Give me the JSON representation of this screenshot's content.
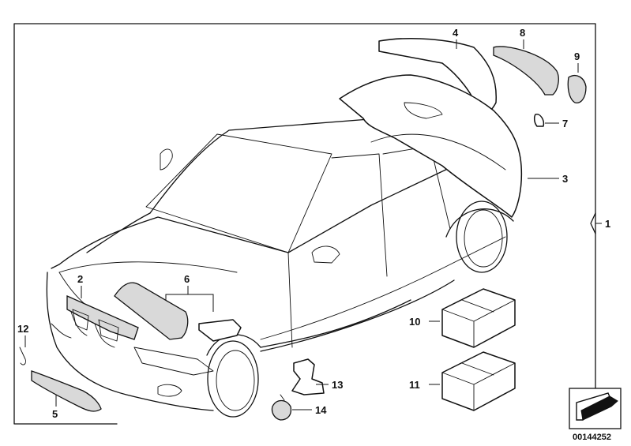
{
  "callouts": [
    {
      "id": "c1",
      "label": "1"
    },
    {
      "id": "c2",
      "label": "2"
    },
    {
      "id": "c3",
      "label": "3"
    },
    {
      "id": "c4",
      "label": "4"
    },
    {
      "id": "c5",
      "label": "5"
    },
    {
      "id": "c6",
      "label": "6"
    },
    {
      "id": "c7",
      "label": "7"
    },
    {
      "id": "c8",
      "label": "8"
    },
    {
      "id": "c9",
      "label": "9"
    },
    {
      "id": "c10",
      "label": "10"
    },
    {
      "id": "c11",
      "label": "11"
    },
    {
      "id": "c12",
      "label": "12"
    },
    {
      "id": "c13",
      "label": "13"
    },
    {
      "id": "c14",
      "label": "14"
    }
  ],
  "reference_number": "00144252",
  "icons": {
    "nav": "arrow-icon"
  }
}
